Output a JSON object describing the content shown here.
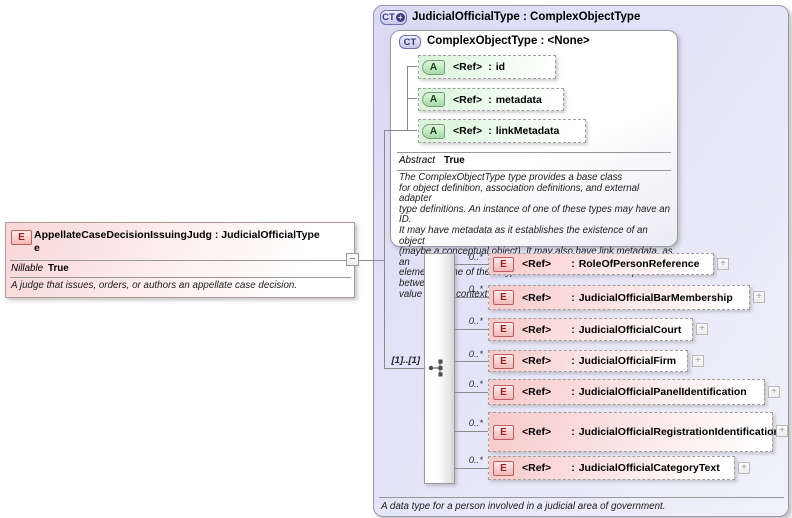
{
  "diagram": {
    "icons": {
      "collapse_toggle": "−",
      "expand_toggle": "+",
      "ct_extension": "+"
    },
    "labels": {
      "colon": ":"
    },
    "left_element": {
      "badge": "E",
      "name": "AppellateCaseDecisionIssuingJudge",
      "type": "JudicialOfficialType",
      "title_line1": "AppellateCaseDecisionIssuingJudg : JudicialOfficialType",
      "title_line2": "e",
      "property_label": "Nillable",
      "property_value": "True",
      "annotation": "A judge that issues, orders, or authors an appellate case decision."
    },
    "type_box": {
      "badge": "CT",
      "title": "JudicialOfficialType : ComplexObjectType",
      "footer_annotation": "A data type for a person involved in a judicial area of government.",
      "base_type": {
        "badge": "CT",
        "title": "ComplexObjectType : <None>",
        "attributes": [
          {
            "badge": "A",
            "ref_label": "<Ref>",
            "name": "id"
          },
          {
            "badge": "A",
            "ref_label": "<Ref>",
            "name": "metadata"
          },
          {
            "badge": "A",
            "ref_label": "<Ref>",
            "name": "linkMetadata"
          }
        ],
        "property_label": "Abstract",
        "property_value": "True",
        "annotation_lines": [
          "The ComplexObjectType type provides a base class",
          "for object definition, association definitions, and external adapter",
          "type definitions. An instance of one of these types may have an ID.",
          "It may have metadata as it establishes the existence of an object",
          "(maybe a conceptual object). It may also have link metadata, as an",
          "element of one of these types establishes a relationship between its",
          "value and its context."
        ]
      },
      "sequence": {
        "cardinality": "[1]..[1]",
        "rows": [
          {
            "badge": "E",
            "cardinality": "0..*",
            "ref_label": "<Ref>",
            "name": "RoleOfPersonReference"
          },
          {
            "badge": "E",
            "cardinality": "0..*",
            "ref_label": "<Ref>",
            "name": "JudicialOfficialBarMembership"
          },
          {
            "badge": "E",
            "cardinality": "0..*",
            "ref_label": "<Ref>",
            "name": "JudicialOfficialCourt"
          },
          {
            "badge": "E",
            "cardinality": "0..*",
            "ref_label": "<Ref>",
            "name": "JudicialOfficialFirm"
          },
          {
            "badge": "E",
            "cardinality": "0..*",
            "ref_label": "<Ref>",
            "name": "JudicialOfficialPanelIdentification"
          },
          {
            "badge": "E",
            "cardinality": "0..*",
            "ref_label": "<Ref>",
            "name": "JudicialOfficialRegistrationIdentification"
          },
          {
            "badge": "E",
            "cardinality": "0..*",
            "ref_label": "<Ref>",
            "name": "JudicialOfficialCategoryText"
          }
        ]
      }
    },
    "colors": {
      "element_pink": "#f7c9c9",
      "attribute_green": "#d8f3d8",
      "container_lavender": "#dcdcf4"
    }
  }
}
